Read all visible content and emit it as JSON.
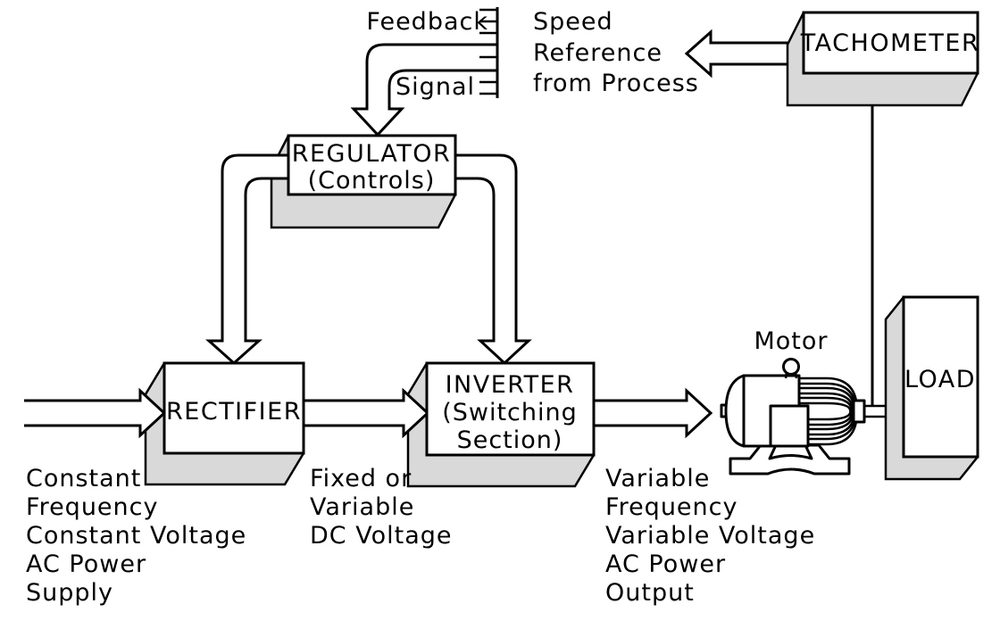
{
  "diagram": {
    "title_semantic": "Adjustable speed drive block diagram",
    "top": {
      "feedback_label": "Feedback",
      "signal_label": "Signal",
      "speed_reference_lines": [
        "Speed",
        "Reference",
        "from Process"
      ]
    },
    "blocks": {
      "regulator": {
        "title": "REGULATOR",
        "subtitle": "(Controls)"
      },
      "rectifier": {
        "title": "RECTIFIER"
      },
      "inverter": {
        "title": "INVERTER",
        "subtitle_line1": "(Switching",
        "subtitle_line2": "Section)"
      },
      "tachometer": {
        "title": "TACHOMETER"
      },
      "load": {
        "title": "LOAD"
      },
      "motor": {
        "label": "Motor"
      }
    },
    "annotations": {
      "supply": [
        "Constant",
        "Frequency",
        "Constant Voltage",
        "AC Power",
        "Supply"
      ],
      "dc_link": [
        "Fixed or",
        "Variable",
        "DC Voltage"
      ],
      "output": [
        "Variable",
        "Frequency",
        "Variable Voltage",
        "AC Power",
        "Output"
      ]
    },
    "colors": {
      "stroke": "#000000",
      "shadow": "#d9d9d9",
      "background": "#ffffff"
    }
  }
}
